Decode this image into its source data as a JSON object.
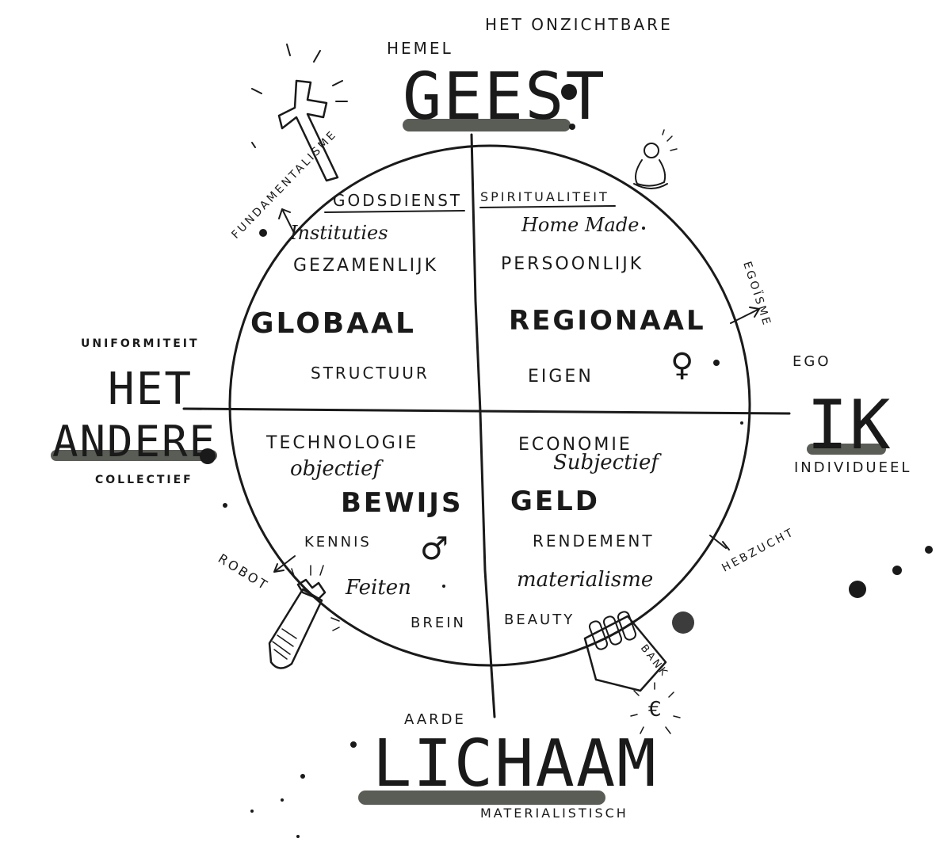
{
  "top": {
    "title": "GEEST",
    "left_label": "HEMEL",
    "right_label": "HET ONZICHTBARE"
  },
  "bottom": {
    "title": "LICHAAM",
    "top_label": "AARDE",
    "bottom_label": "MATERIALISTISCH"
  },
  "left": {
    "title_line1": "HET",
    "title_line2": "ANDERE",
    "top_label": "UNIFORMITEIT",
    "bottom_label": "COLLECTIEF"
  },
  "right": {
    "title": "IK",
    "top_label": "EGO",
    "bottom_label": "INDIVIDUEEL"
  },
  "quadrants": {
    "top_left": {
      "heading": "GODSDIENST",
      "line1": "Instituties",
      "line2": "GEZAMENLIJK",
      "keyword": "GLOBAAL",
      "line3": "STRUCTUUR"
    },
    "top_right": {
      "heading": "SPIRITUALITEIT",
      "line1": "Home Made",
      "line2": "PERSOONLIJK",
      "keyword": "REGIONAAL",
      "line3": "EIGEN",
      "symbol": "♀"
    },
    "bottom_left": {
      "heading": "TECHNOLOGIE",
      "line1": "objectief",
      "keyword": "BEWIJS",
      "line2": "KENNIS",
      "line3": "Feiten",
      "line4": "BREIN",
      "symbol": "♂"
    },
    "bottom_right": {
      "heading": "ECONOMIE",
      "line1": "Subjectief",
      "keyword": "GELD",
      "line2": "RENDEMENT",
      "line3": "materialisme",
      "line4": "BEAUTY"
    }
  },
  "extremes": {
    "top_left": "FUNDAMENTALISME",
    "top_right": "EGOÏSME",
    "bottom_left": "ROBOT",
    "bottom_right": "HEBZUCHT"
  },
  "icons": {
    "cross": "cross-icon",
    "meditating_figure": "meditating-figure-icon",
    "robot_arm": "robot-arm-icon",
    "bank": "bank-icon",
    "euro": "euro-icon"
  },
  "bank_label": "BANK",
  "euro_symbol": "€",
  "colors": {
    "ink": "#1a1a1a",
    "smudge": "#3d4038",
    "background": "#ffffff"
  }
}
